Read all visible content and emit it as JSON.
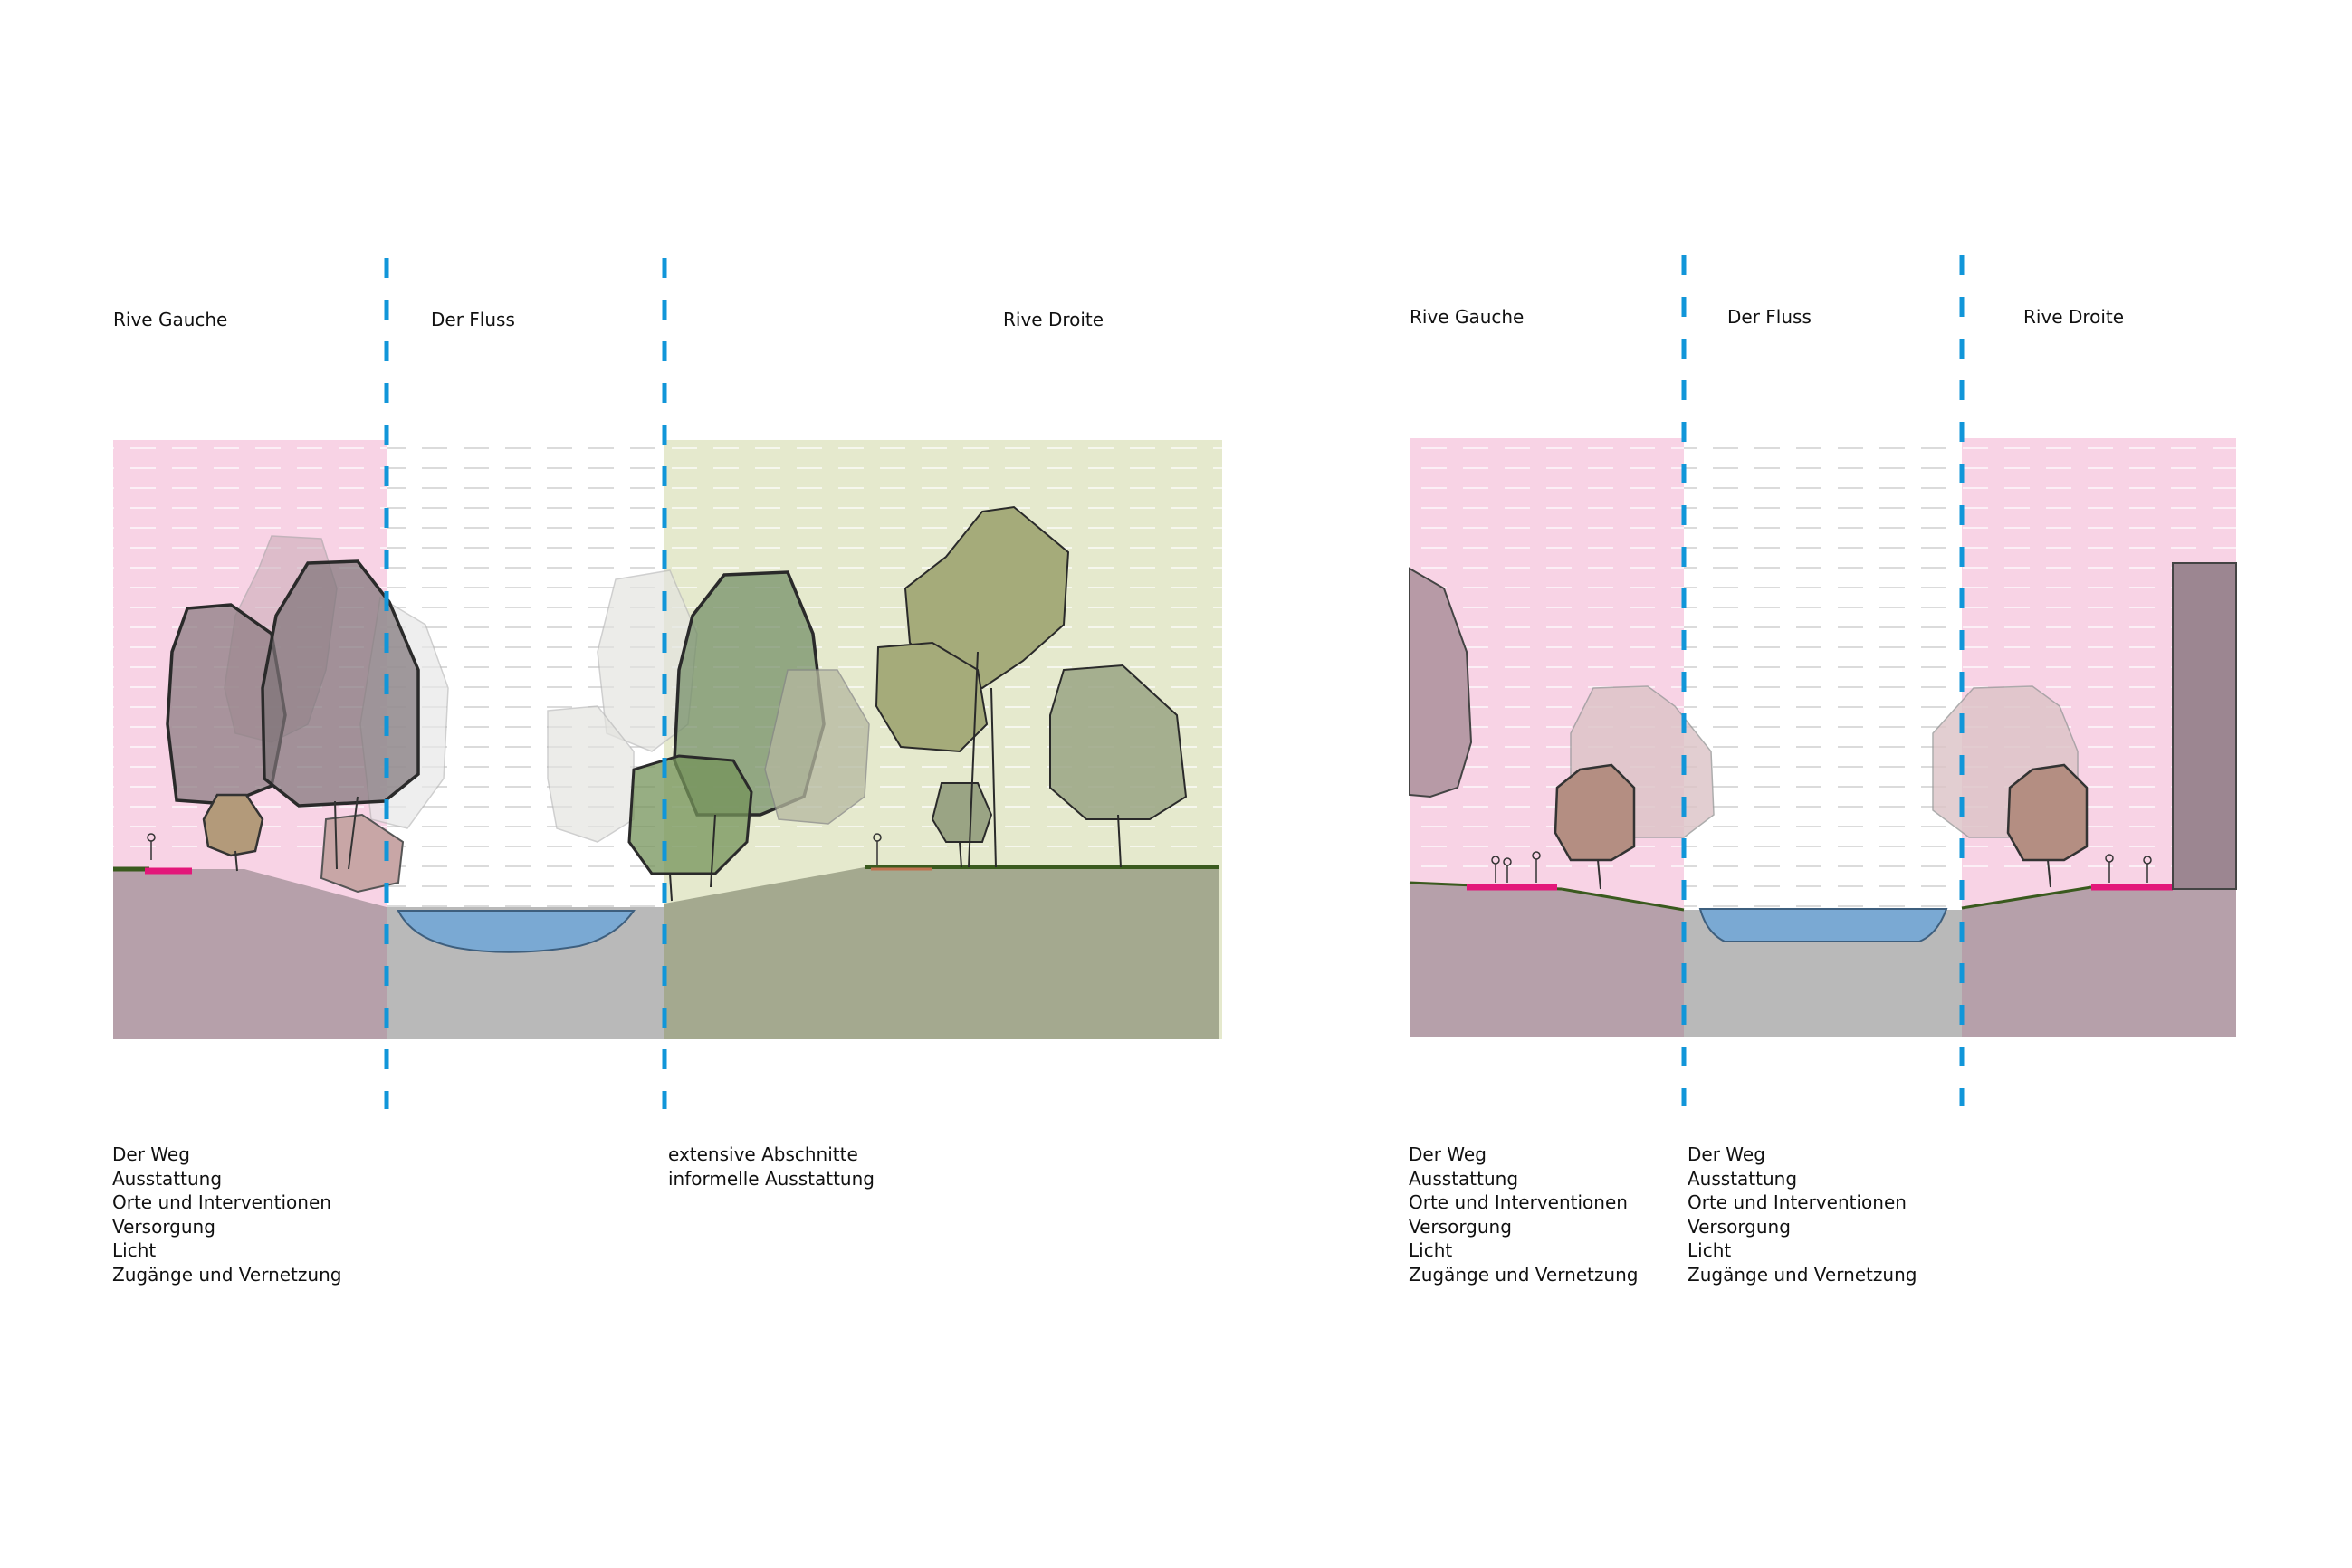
{
  "page": {
    "header_fragment": "...",
    "colors": {
      "zone_pink": "#f8d3e5",
      "zone_green": "#e5e9cd",
      "ground_mauve": "#b6a0aa",
      "ground_olive": "#a4a98f",
      "riverbed_grey": "#b9b9b9",
      "water_blue": "#7aa9d3",
      "divider_blue": "#1196d9",
      "path_magenta": "#e3177a",
      "building": "#9c8691"
    }
  },
  "sections": [
    {
      "id": "section-left",
      "zones": [
        {
          "label": "Rive Gauche"
        },
        {
          "label": "Der Fluss"
        },
        {
          "label": "Rive Droite"
        }
      ],
      "lists": [
        {
          "items": [
            "Der Weg",
            "Ausstattung",
            "Orte und Interventionen",
            "Versorgung",
            "Licht",
            "Zugänge und Vernetzung"
          ]
        },
        {
          "items": [
            "extensive Abschnitte",
            "informelle Ausstattung"
          ]
        }
      ]
    },
    {
      "id": "section-right",
      "zones": [
        {
          "label": "Rive Gauche"
        },
        {
          "label": "Der Fluss"
        },
        {
          "label": "Rive Droite"
        }
      ],
      "lists": [
        {
          "items": [
            "Der Weg",
            "Ausstattung",
            "Orte und Interventionen",
            "Versorgung",
            "Licht",
            "Zugänge und Vernetzung"
          ]
        },
        {
          "items": [
            "Der Weg",
            "Ausstattung",
            "Orte und Interventionen",
            "Versorgung",
            "Licht",
            "Zugänge und Vernetzung"
          ]
        }
      ]
    }
  ]
}
